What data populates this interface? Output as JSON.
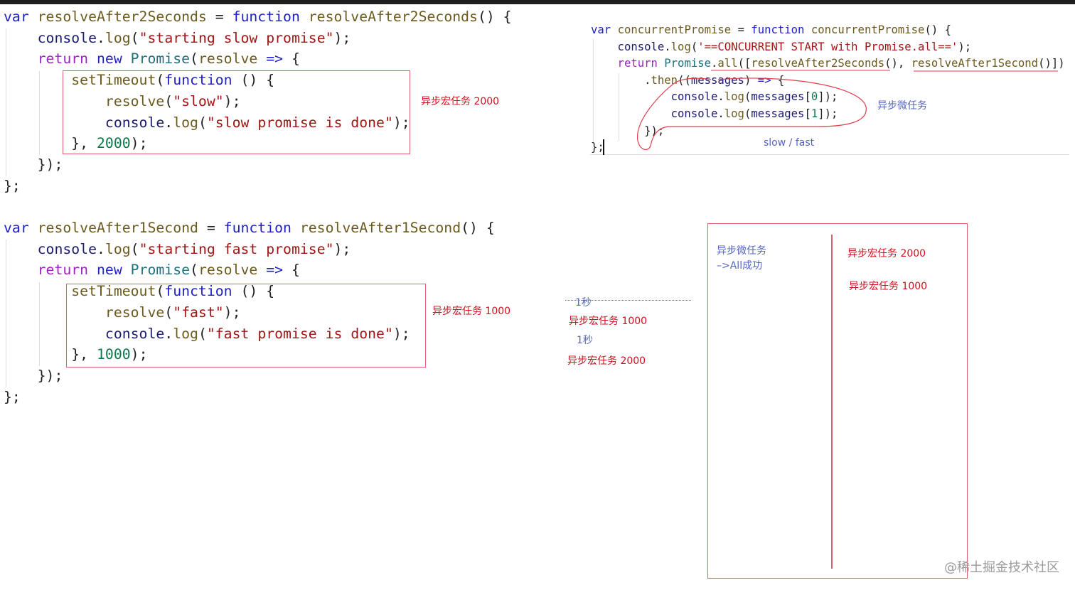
{
  "code_blocks": [
    {
      "id": "resolve-after-2-seconds",
      "lines": [
        [
          [
            "var ",
            "kw"
          ],
          [
            "resolveAfter2Seconds ",
            "id"
          ],
          [
            "= ",
            "p"
          ],
          [
            "function ",
            "kw"
          ],
          [
            "resolveAfter2Seconds",
            "fn"
          ],
          [
            "() {",
            "p"
          ]
        ],
        [
          [
            "    console",
            "obj"
          ],
          [
            ".",
            "p"
          ],
          [
            "log",
            "fn"
          ],
          [
            "(",
            "p"
          ],
          [
            "\"starting slow promise\"",
            "str"
          ],
          [
            ");",
            "p"
          ]
        ],
        [
          [
            "    return ",
            "ret"
          ],
          [
            "new ",
            "kw"
          ],
          [
            "Promise",
            "cls"
          ],
          [
            "(",
            "p"
          ],
          [
            "resolve ",
            "id"
          ],
          [
            "=> ",
            "kw"
          ],
          [
            "{",
            "p"
          ]
        ],
        [
          [
            "        setTimeout",
            "fn"
          ],
          [
            "(",
            "p"
          ],
          [
            "function ",
            "kw"
          ],
          [
            "() {",
            "p"
          ]
        ],
        [
          [
            "            resolve",
            "fn"
          ],
          [
            "(",
            "p"
          ],
          [
            "\"slow\"",
            "str"
          ],
          [
            ");",
            "p"
          ]
        ],
        [
          [
            "            console",
            "obj"
          ],
          [
            ".",
            "p"
          ],
          [
            "log",
            "fn"
          ],
          [
            "(",
            "p"
          ],
          [
            "\"slow promise is done\"",
            "str"
          ],
          [
            ");",
            "p"
          ]
        ],
        [
          [
            "        }, ",
            "p"
          ],
          [
            "2000",
            "num"
          ],
          [
            ");",
            "p"
          ]
        ],
        [
          [
            "    });",
            "p"
          ]
        ],
        [
          [
            "};",
            "p"
          ]
        ]
      ]
    },
    {
      "id": "resolve-after-1-second",
      "lines": [
        [
          [
            "var ",
            "kw"
          ],
          [
            "resolveAfter1Second ",
            "id"
          ],
          [
            "= ",
            "p"
          ],
          [
            "function ",
            "kw"
          ],
          [
            "resolveAfter1Second",
            "fn"
          ],
          [
            "() {",
            "p"
          ]
        ],
        [
          [
            "    console",
            "obj"
          ],
          [
            ".",
            "p"
          ],
          [
            "log",
            "fn"
          ],
          [
            "(",
            "p"
          ],
          [
            "\"starting fast promise\"",
            "str"
          ],
          [
            ");",
            "p"
          ]
        ],
        [
          [
            "    return ",
            "ret"
          ],
          [
            "new ",
            "kw"
          ],
          [
            "Promise",
            "cls"
          ],
          [
            "(",
            "p"
          ],
          [
            "resolve ",
            "id"
          ],
          [
            "=> ",
            "kw"
          ],
          [
            "{",
            "p"
          ]
        ],
        [
          [
            "        setTimeout",
            "fn"
          ],
          [
            "(",
            "p"
          ],
          [
            "function ",
            "kw"
          ],
          [
            "() {",
            "p"
          ]
        ],
        [
          [
            "            resolve",
            "fn"
          ],
          [
            "(",
            "p"
          ],
          [
            "\"fast\"",
            "str"
          ],
          [
            ");",
            "p"
          ]
        ],
        [
          [
            "            console",
            "obj"
          ],
          [
            ".",
            "p"
          ],
          [
            "log",
            "fn"
          ],
          [
            "(",
            "p"
          ],
          [
            "\"fast promise is done\"",
            "str"
          ],
          [
            ");",
            "p"
          ]
        ],
        [
          [
            "        }, ",
            "p"
          ],
          [
            "1000",
            "num"
          ],
          [
            ");",
            "p"
          ]
        ],
        [
          [
            "    });",
            "p"
          ]
        ],
        [
          [
            "};",
            "p"
          ]
        ]
      ]
    },
    {
      "id": "concurrent-promise",
      "lines": [
        [
          [
            "var ",
            "kw"
          ],
          [
            "concurrentPromise ",
            "id"
          ],
          [
            "= ",
            "p"
          ],
          [
            "function ",
            "kw"
          ],
          [
            "concurrentPromise",
            "fn"
          ],
          [
            "() {",
            "p"
          ]
        ],
        [
          [
            "    console",
            "obj"
          ],
          [
            ".",
            "p"
          ],
          [
            "log",
            "fn"
          ],
          [
            "(",
            "p"
          ],
          [
            "'==CONCURRENT START with Promise.all=='",
            "str"
          ],
          [
            ");",
            "p"
          ]
        ],
        [
          [
            "    return ",
            "ret"
          ],
          [
            "Promise",
            "cls"
          ],
          [
            ".",
            "p"
          ],
          [
            "all",
            "fn"
          ],
          [
            "([",
            "p"
          ],
          [
            "resolveAfter2Seconds",
            "fn"
          ],
          [
            "(), ",
            "p"
          ],
          [
            "resolveAfter1Second",
            "fn"
          ],
          [
            "()])",
            "p"
          ]
        ],
        [
          [
            "        .",
            "p"
          ],
          [
            "then",
            "fn"
          ],
          [
            "((",
            "p"
          ],
          [
            "messages",
            "obj"
          ],
          [
            ") ",
            "p"
          ],
          [
            "=> ",
            "kw"
          ],
          [
            "{",
            "p"
          ]
        ],
        [
          [
            "            console",
            "obj"
          ],
          [
            ".",
            "p"
          ],
          [
            "log",
            "fn"
          ],
          [
            "(",
            "p"
          ],
          [
            "messages",
            "obj"
          ],
          [
            "[",
            "p"
          ],
          [
            "0",
            "num"
          ],
          [
            "]);",
            "p"
          ]
        ],
        [
          [
            "            console",
            "obj"
          ],
          [
            ".",
            "p"
          ],
          [
            "log",
            "fn"
          ],
          [
            "(",
            "p"
          ],
          [
            "messages",
            "obj"
          ],
          [
            "[",
            "p"
          ],
          [
            "1",
            "num"
          ],
          [
            "]);",
            "p"
          ]
        ],
        [
          [
            "        });",
            "p"
          ]
        ],
        [
          [
            "};",
            "p"
          ]
        ]
      ]
    }
  ],
  "annotations": {
    "macro_2000": "异步宏任务 2000",
    "macro_1000": "异步宏任务 1000",
    "micro_task": "异步微任务",
    "slow_fast": "slow  / fast",
    "timeline": {
      "one_second_1": "1秒",
      "macro_1000": "异步宏任务  1000",
      "one_second_2": "1秒",
      "macro_2000": "异步宏任务  2000"
    },
    "queue_box": {
      "micro_title": "异步微任务",
      "micro_result": "–>All成功",
      "macro_2000": "异步宏任务  2000",
      "macro_1000": "异步宏任务  1000"
    }
  },
  "watermark": "@稀土掘金技术社区",
  "colors": {
    "annotation_red": "#d0101e",
    "annotation_blue": "#5566bb",
    "box_border": "#e06070"
  }
}
